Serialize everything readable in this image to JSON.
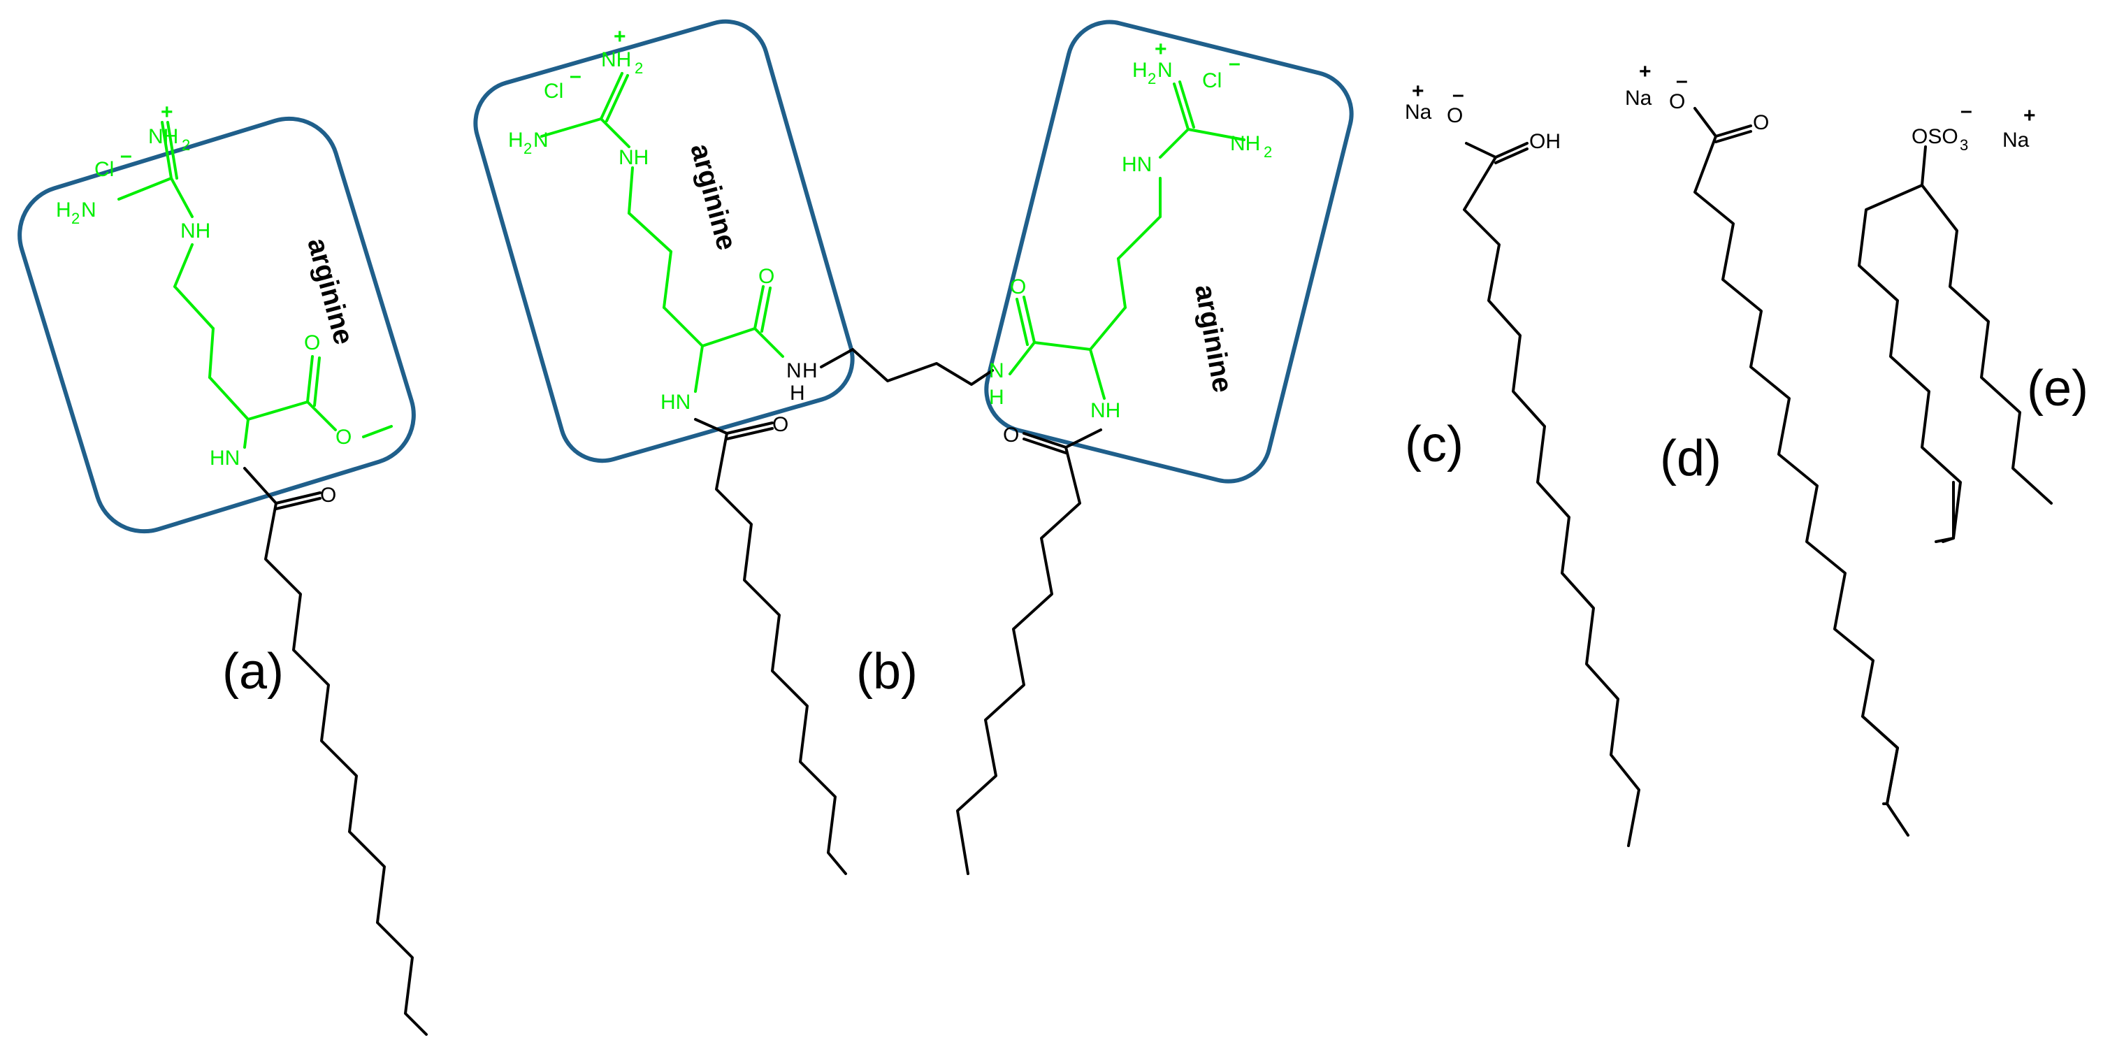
{
  "colors": {
    "arginine_green": "#00ee00",
    "chain_black": "#000000",
    "box_blue": "#1f5f8b"
  },
  "panels": {
    "a": "(a)",
    "b": "(b)",
    "c": "(c)",
    "d": "(d)",
    "e": "(e)"
  },
  "box_label": "arginine",
  "atoms": {
    "cl": "Cl",
    "minus": "–",
    "plus": "+",
    "nh2": "NH",
    "h2n": "H",
    "h2n_n": "N",
    "two": "2",
    "nh": "NH",
    "hn": "HN",
    "n": "N",
    "h": "H",
    "o": "O",
    "oh": "OH",
    "na": "Na",
    "oso": "OSO",
    "three": "3"
  }
}
